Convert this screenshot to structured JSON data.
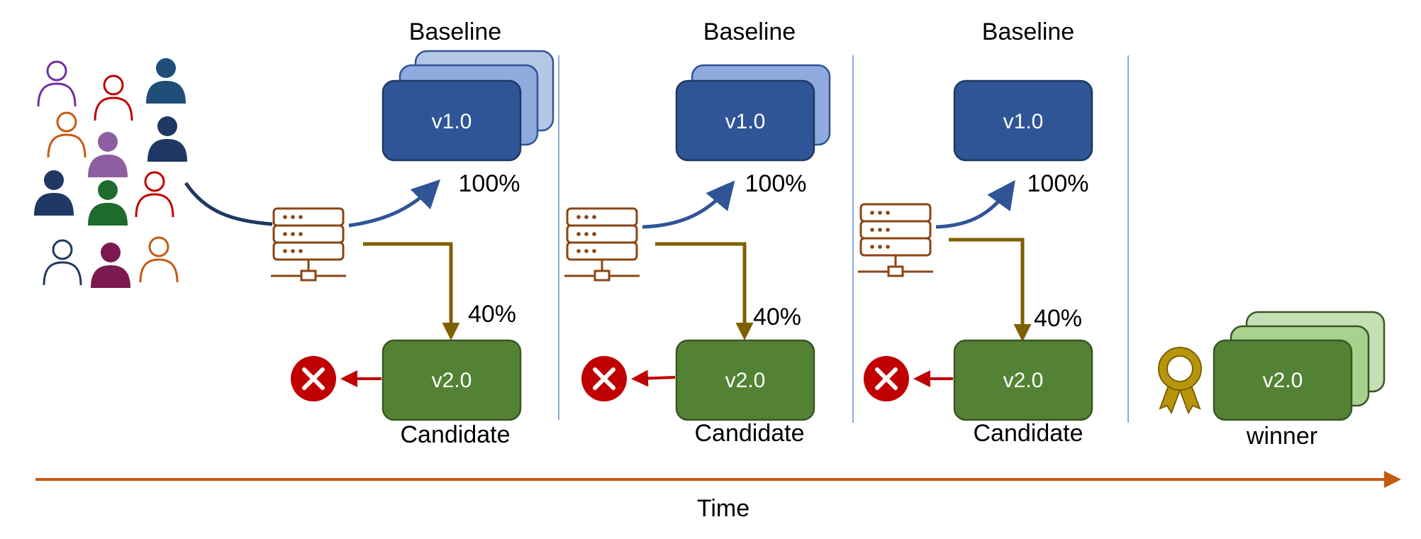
{
  "stages": [
    {
      "baseline_label": "Baseline",
      "baseline_version": "v1.0",
      "baseline_share": "100%",
      "candidate_label": "Candidate",
      "candidate_version": "v2.0",
      "candidate_share": "40%"
    },
    {
      "baseline_label": "Baseline",
      "baseline_version": "v1.0",
      "baseline_share": "100%",
      "candidate_label": "Candidate",
      "candidate_version": "v2.0",
      "candidate_share": "40%"
    },
    {
      "baseline_label": "Baseline",
      "baseline_version": "v1.0",
      "baseline_share": "100%",
      "candidate_label": "Candidate",
      "candidate_version": "v2.0",
      "candidate_share": "40%"
    }
  ],
  "winner": {
    "version": "v2.0",
    "label": "winner"
  },
  "timeline": {
    "label": "Time"
  },
  "colors": {
    "baseline": "#2f5597",
    "baseline_stack_1": "#8faadc",
    "baseline_stack_2": "#b4c7e7",
    "candidate": "#548235",
    "candidate_stack_1": "#a9d18e",
    "candidate_stack_2": "#c5e0b4",
    "server": "#8b4513",
    "route_arrow": "#7f6000",
    "reject": "#c00000",
    "timeline": "#c55a11",
    "medal": "#b8960c",
    "divider": "#8eaadb"
  },
  "icons": [
    "user-icon",
    "server-icon",
    "reject-icon",
    "award-icon"
  ]
}
